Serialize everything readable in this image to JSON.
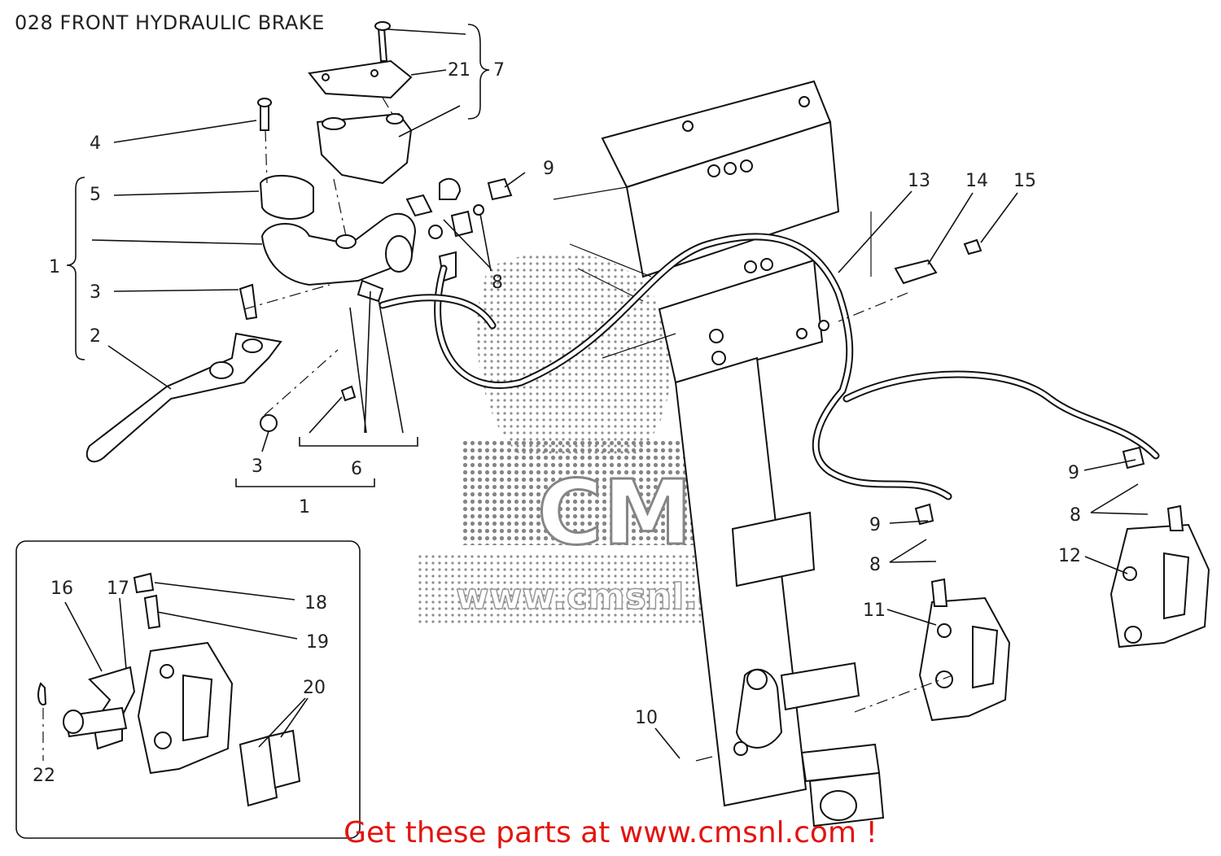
{
  "title": "028 FRONT HYDRAULIC BRAKE",
  "promo_text": "Get these parts at www.cmsnl.com !",
  "watermark": {
    "logo_text": "CMS",
    "url_text": "www.cmsnl.com"
  },
  "callouts": {
    "c1a": "1",
    "c1b": "1",
    "c2": "2",
    "c3a": "3",
    "c3b": "3",
    "c4": "4",
    "c5": "5",
    "c6": "6",
    "c7": "7",
    "c8a": "8",
    "c8b": "8",
    "c8c": "8",
    "c9a": "9",
    "c9b": "9",
    "c9c": "9",
    "c10": "10",
    "c11": "11",
    "c12": "12",
    "c13": "13",
    "c14": "14",
    "c15": "15",
    "c16": "16",
    "c17": "17",
    "c18": "18",
    "c19": "19",
    "c20": "20",
    "c21": "21",
    "c22": "22"
  }
}
